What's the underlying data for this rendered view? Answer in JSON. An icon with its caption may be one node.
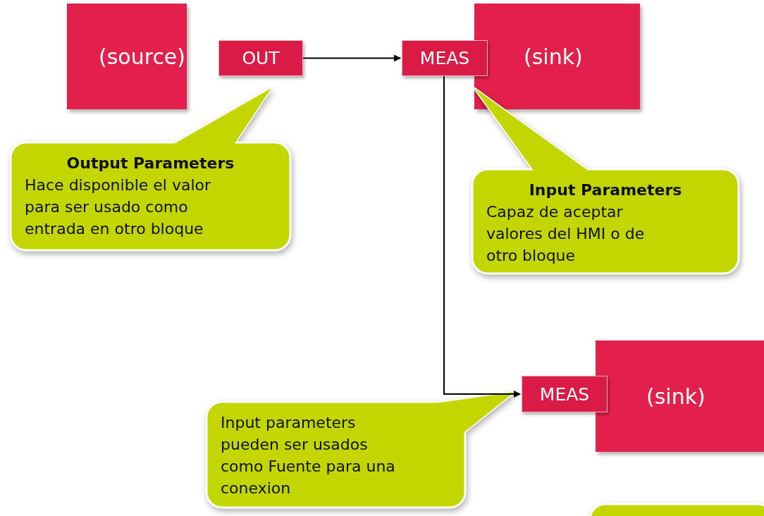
{
  "diagram": {
    "nodes": [
      {
        "text": [
          "(source)"
        ]
      },
      {
        "text": [
          "OUT"
        ]
      },
      {
        "text": [
          "(sink)"
        ]
      },
      {
        "text": [
          "MEAS"
        ]
      },
      {
        "text": [
          "(sink)"
        ]
      },
      {
        "text": [
          "MEAS"
        ]
      },
      {
        "text": [
          "Output Parameters",
          "Hace disponible el valor para ser usado como entrada en otro bloque"
        ]
      },
      {
        "text": [
          "Input Parameters",
          "Capaz de aceptar valores del HMI o de otro bloque"
        ]
      },
      {
        "text": [
          "Input parameters pueden ser usados como Fuente para una conexion"
        ]
      },
      {
        "text": [],
        "shape": "box"
      }
    ],
    "edges": [
      {
        "from": 1,
        "to": 3,
        "arrow": "to"
      },
      {
        "from": 3,
        "to": 5,
        "arrow": "to"
      }
    ]
  }
}
